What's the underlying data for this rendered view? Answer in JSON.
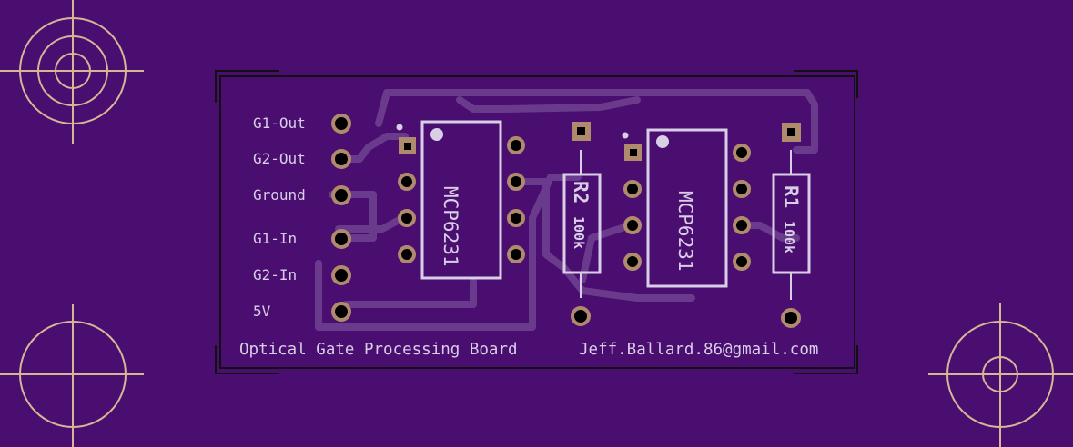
{
  "colors": {
    "background": "#4a0d70",
    "silkscreen": "#d8cfe6",
    "copper_trace": "#6a3a8c",
    "pad_copper": "#b08a6c",
    "registration_mark": "#d9b596",
    "board_outline": "#111111"
  },
  "header_labels": [
    "G1-Out",
    "G2-Out",
    "Ground",
    "G1-In",
    "G2-In",
    "5V"
  ],
  "board_title": "Optical Gate Processing Board",
  "author_email": "Jeff.Ballard.86@gmail.com",
  "ic1": {
    "part": "MCP6231"
  },
  "ic2": {
    "part": "MCP6231"
  },
  "r2": {
    "ref": "R2",
    "value": "100k"
  },
  "r1": {
    "ref": "R1",
    "value": "100k"
  }
}
